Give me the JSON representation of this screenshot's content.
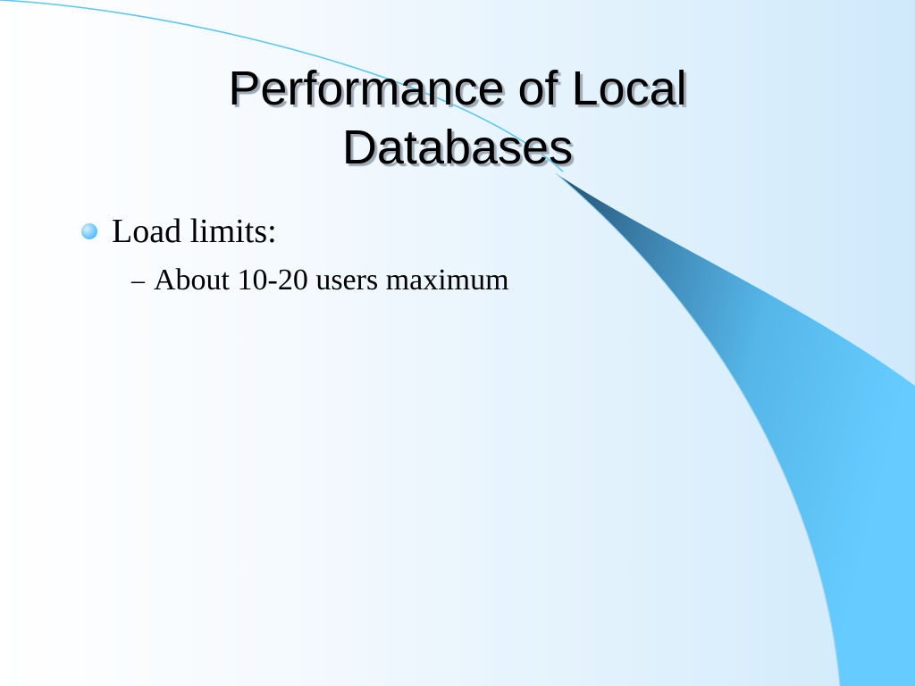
{
  "slide": {
    "title": "Performance of Local Databases",
    "bullets": [
      {
        "text": "Load limits:",
        "sub": [
          {
            "dash": "–",
            "text": "About 10-20 users maximum"
          }
        ]
      }
    ]
  },
  "theme": {
    "accent": "#66ccff",
    "accent_dark": "#2a6a93",
    "background": "#eaf6fd"
  }
}
